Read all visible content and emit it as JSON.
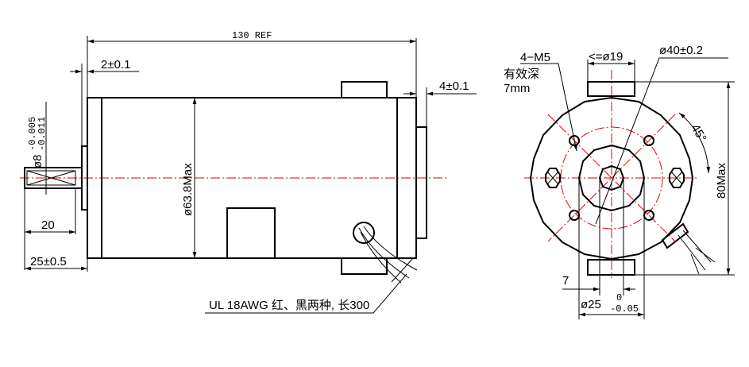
{
  "side_view": {
    "length_label": "130 REF",
    "flange_thickness_label": "2±0.1",
    "end_cap_label": "4±0.1",
    "shaft_diameter_label": "ø8",
    "shaft_tol_upper": "-0.005",
    "shaft_tol_lower": "-0.011",
    "shaft_flat_label": "20",
    "shaft_length_label": "25±0.5",
    "body_diameter_label": "ø63.8Max",
    "wire_note": "UL 18AWG 红、黑两种, 长300"
  },
  "front_view": {
    "thread_label": "4−M5",
    "depth_label_1": "有效深",
    "depth_label_2": "7mm",
    "tab_width_label": "<=ø19",
    "pilot_circle_label": "ø40±0.2",
    "angle_label": "45°",
    "height_label": "80Max",
    "flat_label": "7",
    "hub_diameter_label": "ø25",
    "hub_tol_upper": "0",
    "hub_tol_lower": "-0.05"
  },
  "colors": {
    "line": "#000000",
    "centerline": "#e00000"
  }
}
